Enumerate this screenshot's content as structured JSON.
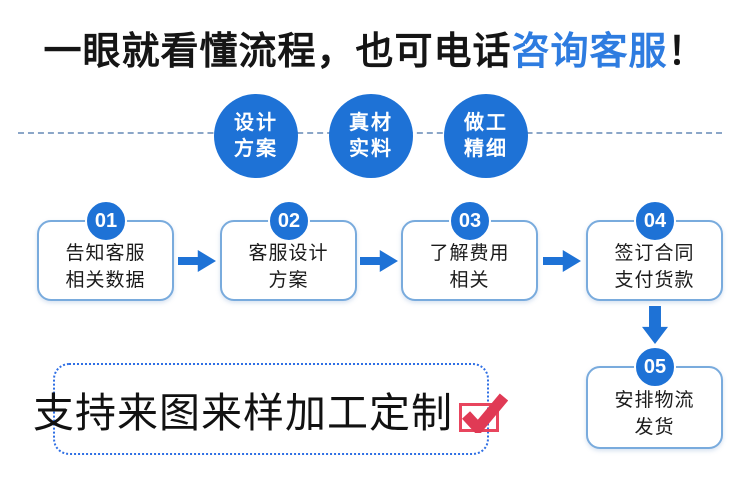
{
  "title": {
    "part1": "一眼就看懂流程，也可电话",
    "highlight": "咨询客服",
    "part3": "！"
  },
  "feature_circles": [
    {
      "line1": "设计",
      "line2": "方案"
    },
    {
      "line1": "真材",
      "line2": "实料"
    },
    {
      "line1": "做工",
      "line2": "精细"
    }
  ],
  "steps": [
    {
      "number": "01",
      "line1": "告知客服",
      "line2": "相关数据"
    },
    {
      "number": "02",
      "line1": "客服设计",
      "line2": "方案"
    },
    {
      "number": "03",
      "line1": "了解费用",
      "line2": "相关"
    },
    {
      "number": "04",
      "line1": "签订合同",
      "line2": "支付货款"
    },
    {
      "number": "05",
      "line1": "安排物流",
      "line2": "发货"
    }
  ],
  "banner": {
    "text": "支持来图来样加工定制"
  },
  "icons": {
    "arrow_right": "solid right-pointing arrow",
    "arrow_down": "solid down-pointing arrow",
    "check": "red checkbox with checkmark"
  },
  "colors": {
    "primary_blue": "#1e72d6",
    "title_highlight_blue": "#2e7ce0",
    "box_border_blue": "#79abdd",
    "dashed_line_blue": "#8ba6c8",
    "dotted_border_blue": "#2f6fe4",
    "check_red": "#e8455e",
    "text_black": "#151515",
    "background": "#ffffff"
  }
}
